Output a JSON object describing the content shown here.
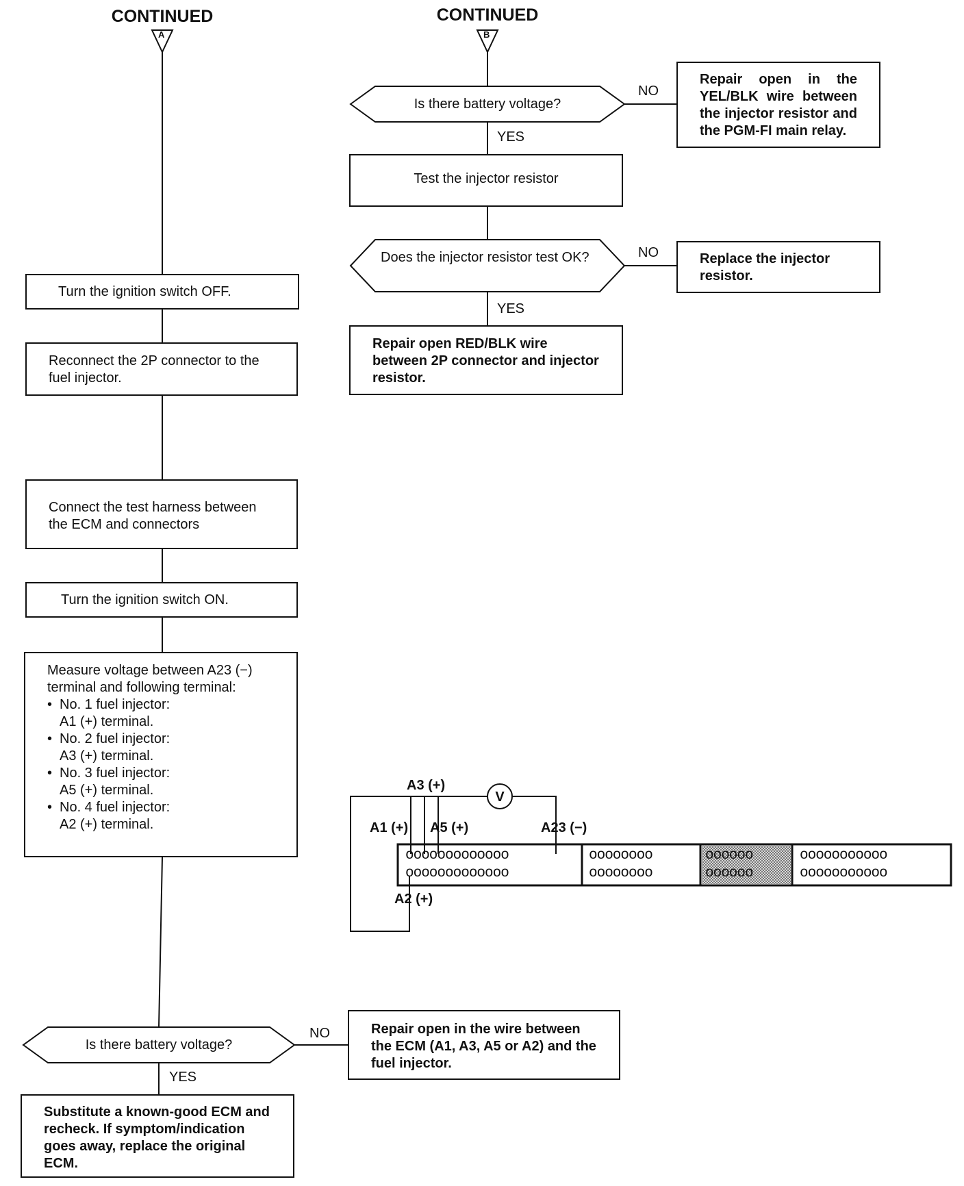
{
  "headers": {
    "left": {
      "title": "CONTINUED",
      "marker": "A"
    },
    "right": {
      "title": "CONTINUED",
      "marker": "B"
    }
  },
  "left_flow": {
    "step_off": "Turn the ignition switch OFF.",
    "step_reconnect": "Reconnect the 2P connector to the fuel injector.",
    "step_connect_harness": "Connect the test harness between the ECM and connectors",
    "step_on": "Turn the ignition switch ON.",
    "measure": {
      "intro": "Measure voltage between A23 (−) terminal and following terminal:",
      "items": [
        {
          "name": "No. 1 fuel injector:",
          "terminal": "A1 (+) terminal."
        },
        {
          "name": "No. 2 fuel injector:",
          "terminal": "A3 (+) terminal."
        },
        {
          "name": "No. 3 fuel injector:",
          "terminal": "A5 (+) terminal."
        },
        {
          "name": "No. 4 fuel injector:",
          "terminal": "A2 (+) terminal."
        }
      ]
    },
    "decision": "Is there battery voltage?",
    "no_label": "NO",
    "yes_label": "YES",
    "no_action": "Repair open in the wire between the ECM (A1, A3, A5 or A2) and the fuel injector.",
    "yes_action": "Substitute a known-good ECM and recheck. If symptom/indication goes away, replace the original ECM."
  },
  "right_flow": {
    "decision1": "Is there battery voltage?",
    "no1_label": "NO",
    "yes1_label": "YES",
    "no1_action": "Repair open in the YEL/BLK wire between the injector resistor and the PGM-FI main relay.",
    "test_step": "Test the injector resistor",
    "decision2": "Does the injector resistor test OK?",
    "no2_label": "NO",
    "yes2_label": "YES",
    "no2_action": "Replace the injector resistor.",
    "yes2_action": "Repair open RED/BLK wire between 2P connector and injector resistor."
  },
  "connector": {
    "meter_symbol": "V",
    "labels": {
      "a3": "A3 (+)",
      "a1": "A1 (+)",
      "a5": "A5 (+)",
      "a23": "A23 (−)",
      "a2": "A2 (+)"
    },
    "pins": {
      "s1_top": "ooooooooooooo",
      "s1_bot": "ooooooooooooo",
      "s2_top": "oooooooo",
      "s2_bot": "oooooooo",
      "s3_top": "oooooo",
      "s3_bot": "oooooo",
      "s4_top": "ooooooooooo",
      "s4_bot": "ooooooooooo"
    }
  }
}
